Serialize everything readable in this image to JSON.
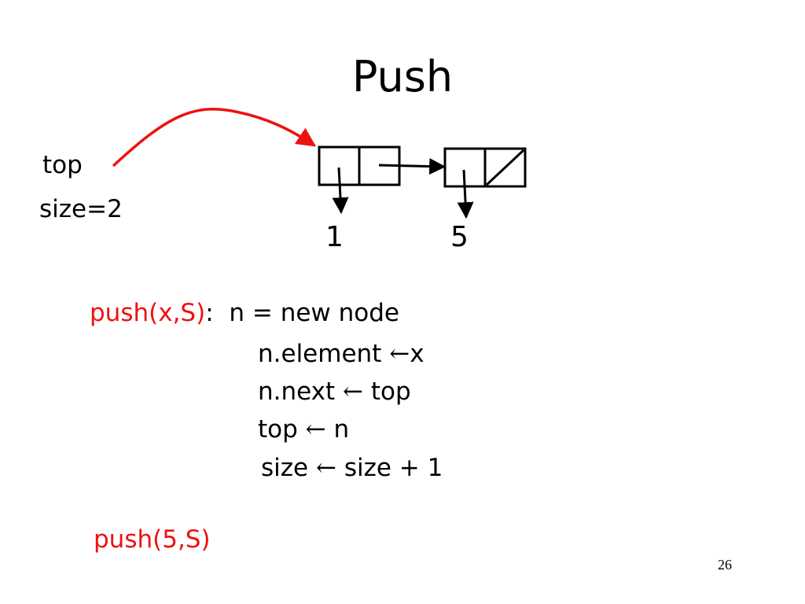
{
  "slide": {
    "title": "Push",
    "page_number": "26"
  },
  "stack_state": {
    "top_label": "top",
    "size_label": "size=2",
    "nodes": [
      {
        "element": "1"
      },
      {
        "element": "5"
      }
    ]
  },
  "code": {
    "call_signature": "push(x,S)",
    "colon": ":",
    "lines": [
      "n = new node",
      "n.element",
      "x",
      "n.next",
      "top",
      "top",
      "n",
      "size",
      "size + 1"
    ],
    "assign_arrow": "←",
    "example_call": "push(5,S)"
  },
  "colors": {
    "highlight": "#ee1111",
    "text": "#000000"
  }
}
